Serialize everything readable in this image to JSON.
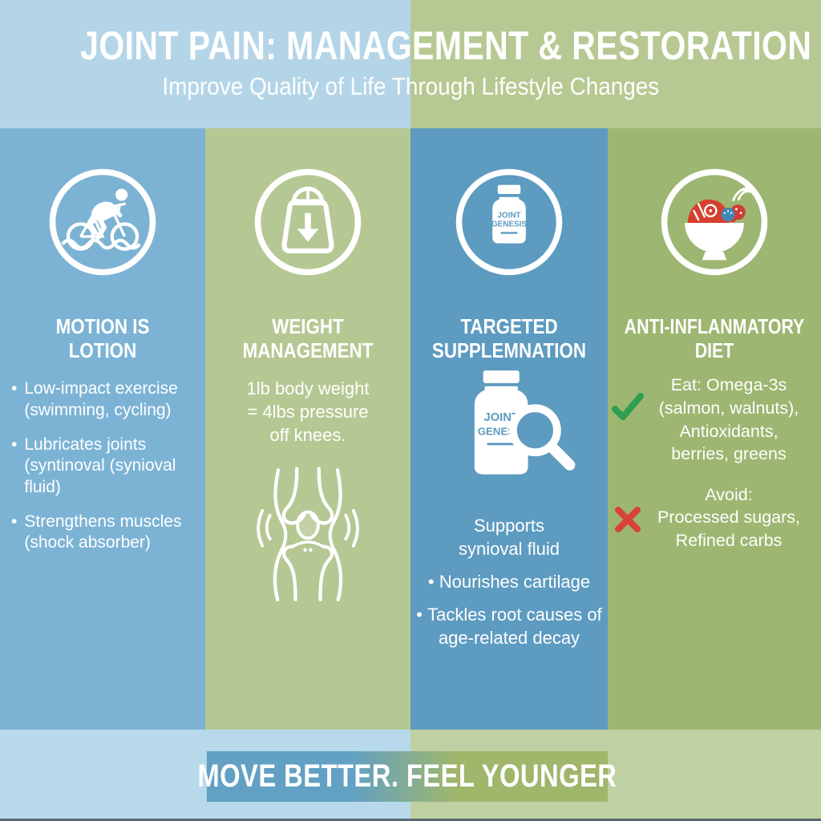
{
  "header": {
    "title": "JOINT PAIN: MANAGEMENT & RESTORATION",
    "subtitle": "Improve Quality of Life Through Lifestyle Changes"
  },
  "columns": [
    {
      "key": "motion",
      "icon": "cyclist-in-circle-icon",
      "bg_color": "#7cb3d5",
      "title": "MOTION IS LOTION",
      "bullets": [
        "Low-impact exercise (swimming, cycling)",
        "Lubricates joints (syntinoval (synioval fluid)",
        "Strengthens muscles (shock absorber)"
      ]
    },
    {
      "key": "weight",
      "icon": "weight-scale-down-arrow-icon",
      "bg_color": "#b5c893",
      "title": "WEIGHT MANAGEMENT",
      "lines": [
        "1lb body weight",
        "= 4lbs pressure",
        "off knees."
      ],
      "illustration": "knee-joint-line-icon"
    },
    {
      "key": "supplement",
      "icon": "supplement-bottle-in-circle-icon",
      "bg_color": "#5d9bc0",
      "title": "TARGETED SUPPLEMNATION",
      "bottle_label": [
        "JOINT",
        "GENESIS"
      ],
      "illustration": "bottle-with-magnifier-icon",
      "lead_lines": [
        "Supports",
        "synioval fluid"
      ],
      "bullets": [
        "Nourishes cartilage",
        "Tackles root causes of age-related decay"
      ]
    },
    {
      "key": "diet",
      "icon": "food-bowl-in-circle-icon",
      "bg_color": "#9db671",
      "title": "ANTI-INFLANMATORY DIET",
      "eat_lines": [
        "Eat: Omega-3s",
        "(salmon, walnuts),",
        "Antioxidants,",
        "berries, greens"
      ],
      "avoid_lines": [
        "Avoid:",
        "Processed sugars,",
        "Refined carbs"
      ],
      "check_icon": "green-checkmark-icon",
      "cross_icon": "red-x-icon"
    }
  ],
  "footer": {
    "banner": "MOVE BETTER. FEEL YOUNGER"
  },
  "colors": {
    "header_bg_left": "#b4d5e7",
    "header_bg_right": "#b7c992",
    "footer_bg_left": "#b7d9eb",
    "footer_bg_right": "#bfd0a3",
    "banner_left": "#62a0c4",
    "banner_right": "#9fb66b",
    "text": "#ffffff",
    "check_green": "#2f9e50",
    "cross_red": "#d84338",
    "salmon_red": "#d6402f",
    "blueberry_blue": "#3f86b8",
    "bottom_line": "#5b6770"
  }
}
